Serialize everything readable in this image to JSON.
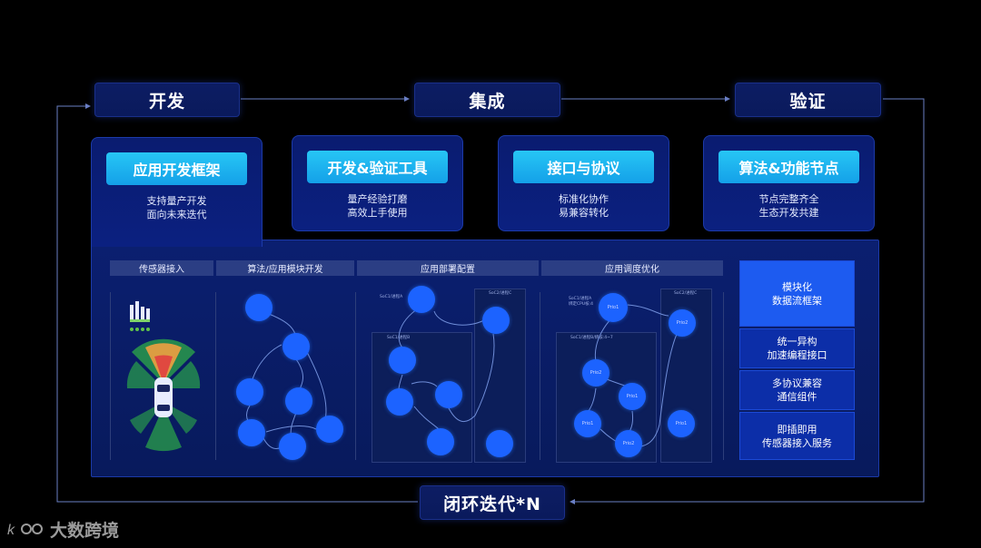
{
  "stages": {
    "develop": "开发",
    "integrate": "集成",
    "verify": "验证",
    "loop": "闭环迭代*N"
  },
  "cards": [
    {
      "title": "应用开发框架",
      "line1": "支持量产开发",
      "line2": "面向未来迭代"
    },
    {
      "title": "开发&验证工具",
      "line1": "量产经验打磨",
      "line2": "高效上手使用"
    },
    {
      "title": "接口与协议",
      "line1": "标准化协作",
      "line2": "易兼容转化"
    },
    {
      "title": "算法&功能节点",
      "line1": "节点完整齐全",
      "line2": "生态开发共建"
    }
  ],
  "columns": [
    "传感器接入",
    "算法/应用模块开发",
    "应用部署配置",
    "应用调度优化"
  ],
  "right_boxes": [
    {
      "line1": "模块化",
      "line2": "数据流框架"
    },
    {
      "line1": "统一异构",
      "line2": "加速编程接口"
    },
    {
      "line1": "多协议兼容",
      "line2": "通信组件"
    },
    {
      "line1": "即插即用",
      "line2": "传感器接入服务"
    }
  ],
  "deploy_labels": {
    "soc_a": "SoC1/进程A",
    "soc_b": "SoC2/进程C",
    "soc_c": "SoC1/进程B"
  },
  "sched_labels": {
    "cpu": "SoC1/进程A\n绑定CPU核:4",
    "soc_2": "SoC2/进程C",
    "soc_3": "SoC1/进程B/绑核:4~7"
  },
  "prio": [
    "Prio1",
    "Prio2",
    "Prio2",
    "Prio1",
    "Prio1",
    "Prio2",
    "Prio1"
  ],
  "watermark": "大数跨境",
  "colors": {
    "accent": "#1c63ff",
    "cyan": "#27c6f5",
    "panel": "#0a1a5c"
  }
}
